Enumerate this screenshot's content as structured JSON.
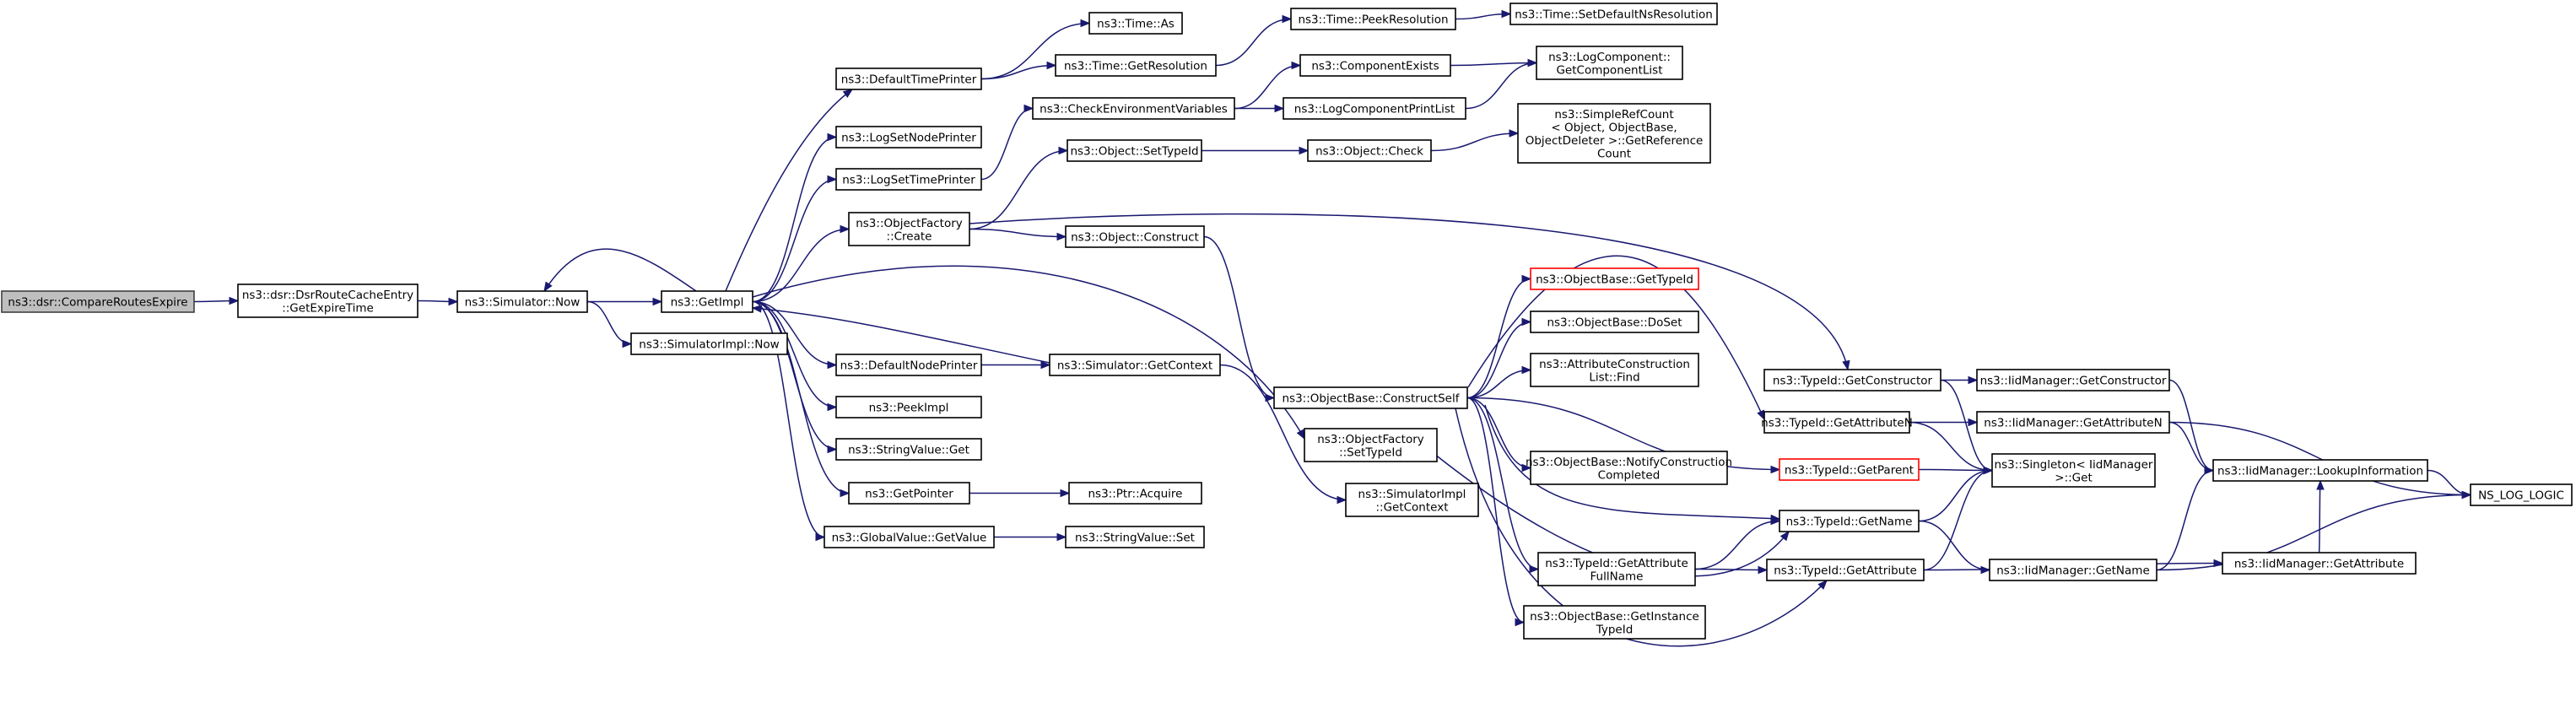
{
  "diagram": {
    "colors": {
      "edge": "#191970",
      "box_border": "#000000",
      "root_fill": "#bfbfbf",
      "broken_border": "#ff0000"
    },
    "nodes": [
      {
        "id": "compare",
        "lines": [
          "ns3::dsr::CompareRoutesExpire"
        ]
      },
      {
        "id": "getexpire",
        "lines": [
          "ns3::dsr::DsrRouteCacheEntry",
          "::GetExpireTime"
        ]
      },
      {
        "id": "simnow",
        "lines": [
          "ns3::Simulator::Now"
        ]
      },
      {
        "id": "getimpl",
        "lines": [
          "ns3::GetImpl"
        ]
      },
      {
        "id": "simimplnow",
        "lines": [
          "ns3::SimulatorImpl::Now"
        ]
      },
      {
        "id": "deftimepr",
        "lines": [
          "ns3::DefaultTimePrinter"
        ]
      },
      {
        "id": "timeas",
        "lines": [
          "ns3::Time::As"
        ]
      },
      {
        "id": "getres",
        "lines": [
          "ns3::Time::GetResolution"
        ]
      },
      {
        "id": "peekres",
        "lines": [
          "ns3::Time::PeekResolution"
        ]
      },
      {
        "id": "setdefns",
        "lines": [
          "ns3::Time::SetDefaultNsResolution"
        ]
      },
      {
        "id": "checkenv",
        "lines": [
          "ns3::CheckEnvironmentVariables"
        ]
      },
      {
        "id": "compexists",
        "lines": [
          "ns3::ComponentExists"
        ]
      },
      {
        "id": "logcompprint",
        "lines": [
          "ns3::LogComponentPrintList"
        ]
      },
      {
        "id": "getcomplist",
        "lines": [
          "ns3::LogComponent::",
          "GetComponentList"
        ]
      },
      {
        "id": "lognodepr",
        "lines": [
          "ns3::LogSetNodePrinter"
        ]
      },
      {
        "id": "logtimepr",
        "lines": [
          "ns3::LogSetTimePrinter"
        ]
      },
      {
        "id": "objsettype",
        "lines": [
          "ns3::Object::SetTypeId"
        ]
      },
      {
        "id": "objcheck",
        "lines": [
          "ns3::Object::Check"
        ]
      },
      {
        "id": "simplerefcount",
        "lines": [
          "ns3::SimpleRefCount",
          "< Object, ObjectBase,",
          " ObjectDeleter >::GetReference",
          "Count"
        ]
      },
      {
        "id": "objfactcreate",
        "lines": [
          "ns3::ObjectFactory",
          "::Create"
        ]
      },
      {
        "id": "objconstruct",
        "lines": [
          "ns3::Object::Construct"
        ]
      },
      {
        "id": "objbasegettid",
        "lines": [
          "ns3::ObjectBase::GetTypeId"
        ],
        "broken": true
      },
      {
        "id": "objbasedoset",
        "lines": [
          "ns3::ObjectBase::DoSet"
        ]
      },
      {
        "id": "attrconstrfind",
        "lines": [
          "ns3::AttributeConstruction",
          "List::Find"
        ]
      },
      {
        "id": "defnodepr",
        "lines": [
          "ns3::DefaultNodePrinter"
        ]
      },
      {
        "id": "simgetctx",
        "lines": [
          "ns3::Simulator::GetContext"
        ]
      },
      {
        "id": "objbasecs",
        "lines": [
          "ns3::ObjectBase::ConstructSelf"
        ]
      },
      {
        "id": "peekimpl",
        "lines": [
          "ns3::PeekImpl"
        ]
      },
      {
        "id": "strvalget",
        "lines": [
          "ns3::StringValue::Get"
        ]
      },
      {
        "id": "objfactsettid",
        "lines": [
          "ns3::ObjectFactory",
          "::SetTypeId"
        ]
      },
      {
        "id": "simimplgetctx",
        "lines": [
          "ns3::SimulatorImpl",
          "::GetContext"
        ]
      },
      {
        "id": "getpointer",
        "lines": [
          "ns3::GetPointer"
        ]
      },
      {
        "id": "ptracquire",
        "lines": [
          "ns3::Ptr::Acquire"
        ]
      },
      {
        "id": "gvgetvalue",
        "lines": [
          "ns3::GlobalValue::GetValue"
        ]
      },
      {
        "id": "strvalset",
        "lines": [
          "ns3::StringValue::Set"
        ]
      },
      {
        "id": "notifyconstr",
        "lines": [
          "ns3::ObjectBase::NotifyConstruction",
          "Completed"
        ]
      },
      {
        "id": "tidgetattrfull",
        "lines": [
          "ns3::TypeId::GetAttribute",
          "FullName"
        ]
      },
      {
        "id": "getinsttid",
        "lines": [
          "ns3::ObjectBase::GetInstance",
          "TypeId"
        ]
      },
      {
        "id": "tidgetconstructor",
        "lines": [
          "ns3::TypeId::GetConstructor"
        ]
      },
      {
        "id": "tidgetattrn",
        "lines": [
          "ns3::TypeId::GetAttributeN"
        ]
      },
      {
        "id": "tidgetparent",
        "lines": [
          "ns3::TypeId::GetParent"
        ],
        "broken": true
      },
      {
        "id": "tidgetname",
        "lines": [
          "ns3::TypeId::GetName"
        ]
      },
      {
        "id": "tidgetattr",
        "lines": [
          "ns3::TypeId::GetAttribute"
        ]
      },
      {
        "id": "iidgetconstructor",
        "lines": [
          "ns3::IidManager::GetConstructor"
        ]
      },
      {
        "id": "iidgetattrn",
        "lines": [
          "ns3::IidManager::GetAttributeN"
        ]
      },
      {
        "id": "singletonget",
        "lines": [
          "ns3::Singleton< IidManager",
          " >::Get"
        ]
      },
      {
        "id": "iidgetname",
        "lines": [
          "ns3::IidManager::GetName"
        ]
      },
      {
        "id": "iidlookup",
        "lines": [
          "ns3::IidManager::LookupInformation"
        ]
      },
      {
        "id": "iidgetattr",
        "lines": [
          "ns3::IidManager::GetAttribute"
        ]
      },
      {
        "id": "nslog",
        "lines": [
          "NS_LOG_LOGIC"
        ]
      }
    ],
    "edges": [
      [
        "compare",
        "getexpire"
      ],
      [
        "getexpire",
        "simnow"
      ],
      [
        "simnow",
        "getimpl"
      ],
      [
        "simnow",
        "simimplnow"
      ],
      [
        "getimpl",
        "simnow"
      ],
      [
        "getimpl",
        "deftimepr"
      ],
      [
        "getimpl",
        "lognodepr"
      ],
      [
        "getimpl",
        "logtimepr"
      ],
      [
        "getimpl",
        "objfactcreate"
      ],
      [
        "getimpl",
        "objfactsettid"
      ],
      [
        "getimpl",
        "defnodepr"
      ],
      [
        "getimpl",
        "peekimpl"
      ],
      [
        "getimpl",
        "strvalget"
      ],
      [
        "getimpl",
        "getpointer"
      ],
      [
        "getimpl",
        "gvgetvalue"
      ],
      [
        "deftimepr",
        "timeas"
      ],
      [
        "deftimepr",
        "getres"
      ],
      [
        "getres",
        "peekres"
      ],
      [
        "peekres",
        "setdefns"
      ],
      [
        "logtimepr",
        "checkenv"
      ],
      [
        "checkenv",
        "compexists"
      ],
      [
        "checkenv",
        "logcompprint"
      ],
      [
        "compexists",
        "getcomplist"
      ],
      [
        "logcompprint",
        "getcomplist"
      ],
      [
        "objfactcreate",
        "objsettype"
      ],
      [
        "objfactcreate",
        "objconstruct"
      ],
      [
        "objfactcreate",
        "tidgetconstructor"
      ],
      [
        "objsettype",
        "objcheck"
      ],
      [
        "objcheck",
        "simplerefcount"
      ],
      [
        "objconstruct",
        "objbasecs"
      ],
      [
        "objbasecs",
        "objbasegettid"
      ],
      [
        "objbasecs",
        "objbasedoset"
      ],
      [
        "objbasecs",
        "attrconstrfind"
      ],
      [
        "objbasecs",
        "notifyconstr"
      ],
      [
        "objbasecs",
        "tidgetattrfull"
      ],
      [
        "objbasecs",
        "getinsttid"
      ],
      [
        "objbasecs",
        "tidgetattrn"
      ],
      [
        "objbasecs",
        "tidgetparent"
      ],
      [
        "objbasecs",
        "tidgetname"
      ],
      [
        "objbasecs",
        "tidgetattr"
      ],
      [
        "defnodepr",
        "simgetctx"
      ],
      [
        "simgetctx",
        "getimpl"
      ],
      [
        "simgetctx",
        "simimplgetctx"
      ],
      [
        "getpointer",
        "ptracquire"
      ],
      [
        "gvgetvalue",
        "strvalset"
      ],
      [
        "objfactsettid",
        "tidgetname"
      ],
      [
        "tidgetattrfull",
        "tidgetname"
      ],
      [
        "tidgetattrfull",
        "tidgetattr"
      ],
      [
        "tidgetconstructor",
        "iidgetconstructor"
      ],
      [
        "tidgetconstructor",
        "singletonget"
      ],
      [
        "tidgetattrn",
        "iidgetattrn"
      ],
      [
        "tidgetattrn",
        "singletonget"
      ],
      [
        "tidgetparent",
        "singletonget"
      ],
      [
        "tidgetname",
        "singletonget"
      ],
      [
        "tidgetname",
        "iidgetname"
      ],
      [
        "tidgetattr",
        "singletonget"
      ],
      [
        "tidgetattr",
        "iidgetattr"
      ],
      [
        "iidgetconstructor",
        "iidlookup"
      ],
      [
        "iidgetattrn",
        "iidlookup"
      ],
      [
        "iidgetattrn",
        "nslog"
      ],
      [
        "iidgetname",
        "iidlookup"
      ],
      [
        "iidgetname",
        "nslog"
      ],
      [
        "iidgetattr",
        "iidlookup"
      ],
      [
        "iidlookup",
        "nslog"
      ]
    ]
  }
}
